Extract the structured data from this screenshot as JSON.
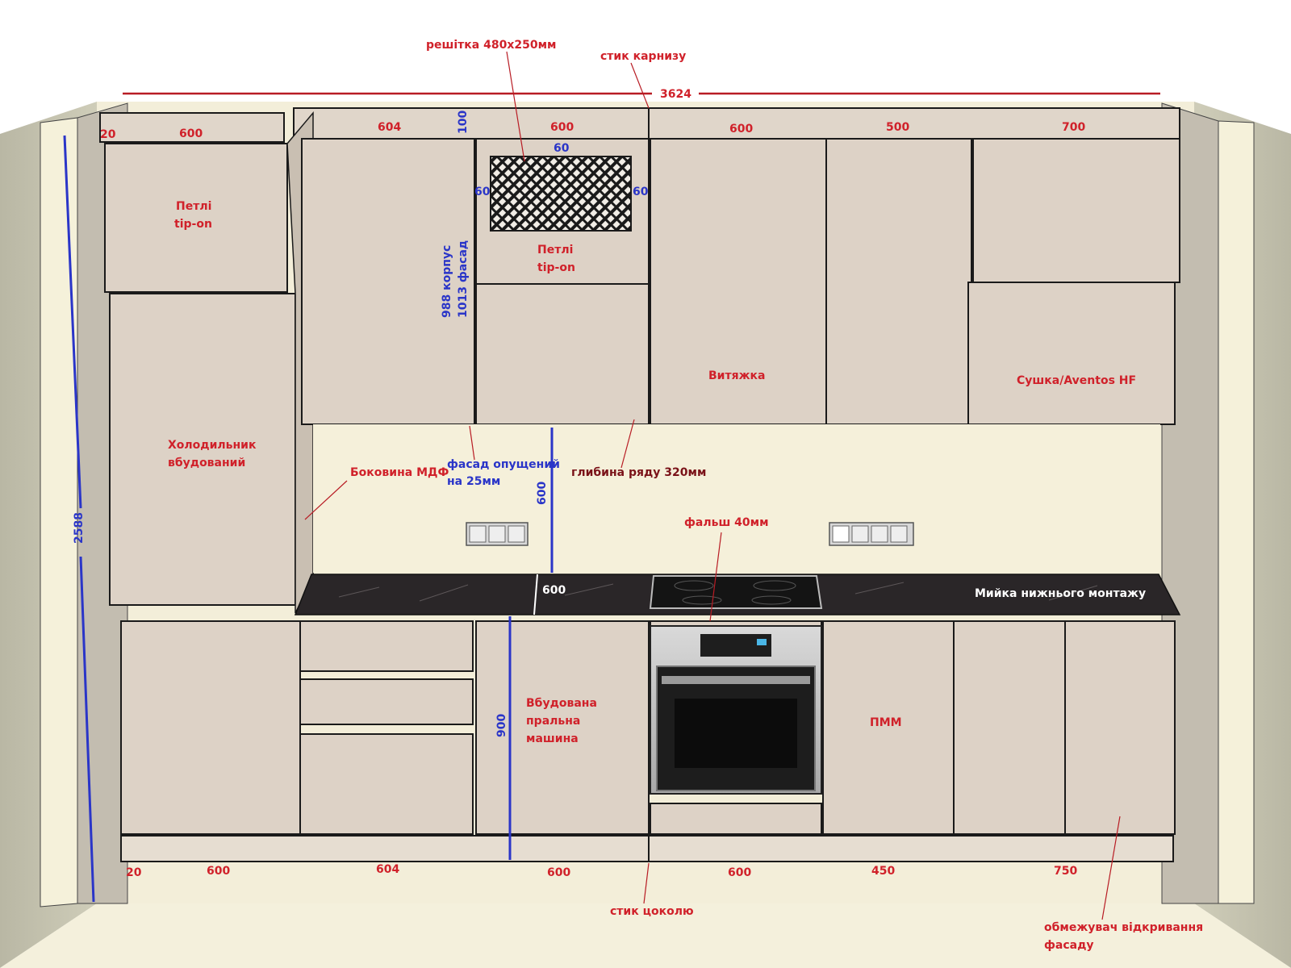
{
  "title_dims": {
    "total_width": "3624",
    "total_height": "2588"
  },
  "upper_row": {
    "top_widths": [
      "600",
      "604",
      "600",
      "600",
      "500",
      "700"
    ],
    "left_gap": "20",
    "cornice_height": "100",
    "cabinet_height_note_1": "988 корпус",
    "cabinet_height_note_2": "1013 фасад",
    "grille_margin_top": "60",
    "grille_margin_left": "60",
    "grille_margin_right": "60"
  },
  "lower_row": {
    "bottom_widths": [
      "600",
      "604",
      "600",
      "600",
      "450",
      "750"
    ],
    "left_gap": "20",
    "base_height": "900",
    "splash_height": "600",
    "counter_depth": "600"
  },
  "annotations": {
    "grille": "решітка 480х250мм",
    "cornice_joint": "стик карнизу",
    "hinges_1_line1": "Петлі",
    "hinges_1_line2": "tip-on",
    "hinges_2_line1": "Петлі",
    "hinges_2_line2": "tip-on",
    "fridge_line1": "Холодильник",
    "fridge_line2": "вбудований",
    "side_panel": "Боковина МДФ",
    "facade_lowered_line1": "фасад опущений",
    "facade_lowered_line2": "на 25мм",
    "row_depth": "глибина ряду 320мм",
    "hood": "Витяжка",
    "dryer": "Сушка/Aventos HF",
    "false_panel": "фальш 40мм",
    "sink": "Мийка нижнього монтажу",
    "washer_line1": "Вбудована",
    "washer_line2": "пральна",
    "washer_line3": "машина",
    "dishwasher": "ПММ",
    "plinth_joint": "стик цоколю",
    "limiter_line1": "обмежувач відкривання",
    "limiter_line2": "фасаду"
  },
  "colors": {
    "facade": "#ddd2c6",
    "wall": "#f3eed9",
    "counter": "#2a2628",
    "dim_red": "#d0212a",
    "dim_blue": "#2a35c8"
  }
}
